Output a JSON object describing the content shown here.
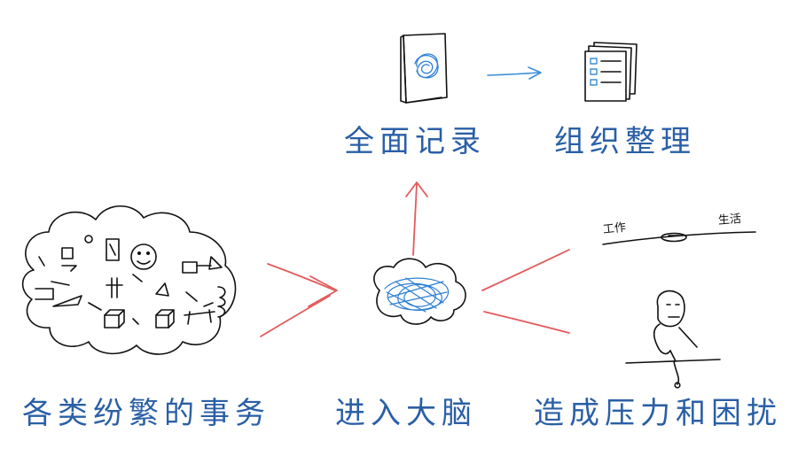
{
  "labels": {
    "record": "全面记录",
    "organize": "组织整理",
    "tasks": "各类纷繁的事务",
    "brain": "进入大脑",
    "stress": "造成压力和困扰"
  },
  "balance": {
    "work": "工作",
    "life": "生活"
  },
  "colors": {
    "label": "#2a5fa6",
    "arrow_red": "#e25b5b",
    "arrow_blue": "#3b8fd6",
    "ink": "#111111",
    "scribble": "#2e7fd6"
  }
}
